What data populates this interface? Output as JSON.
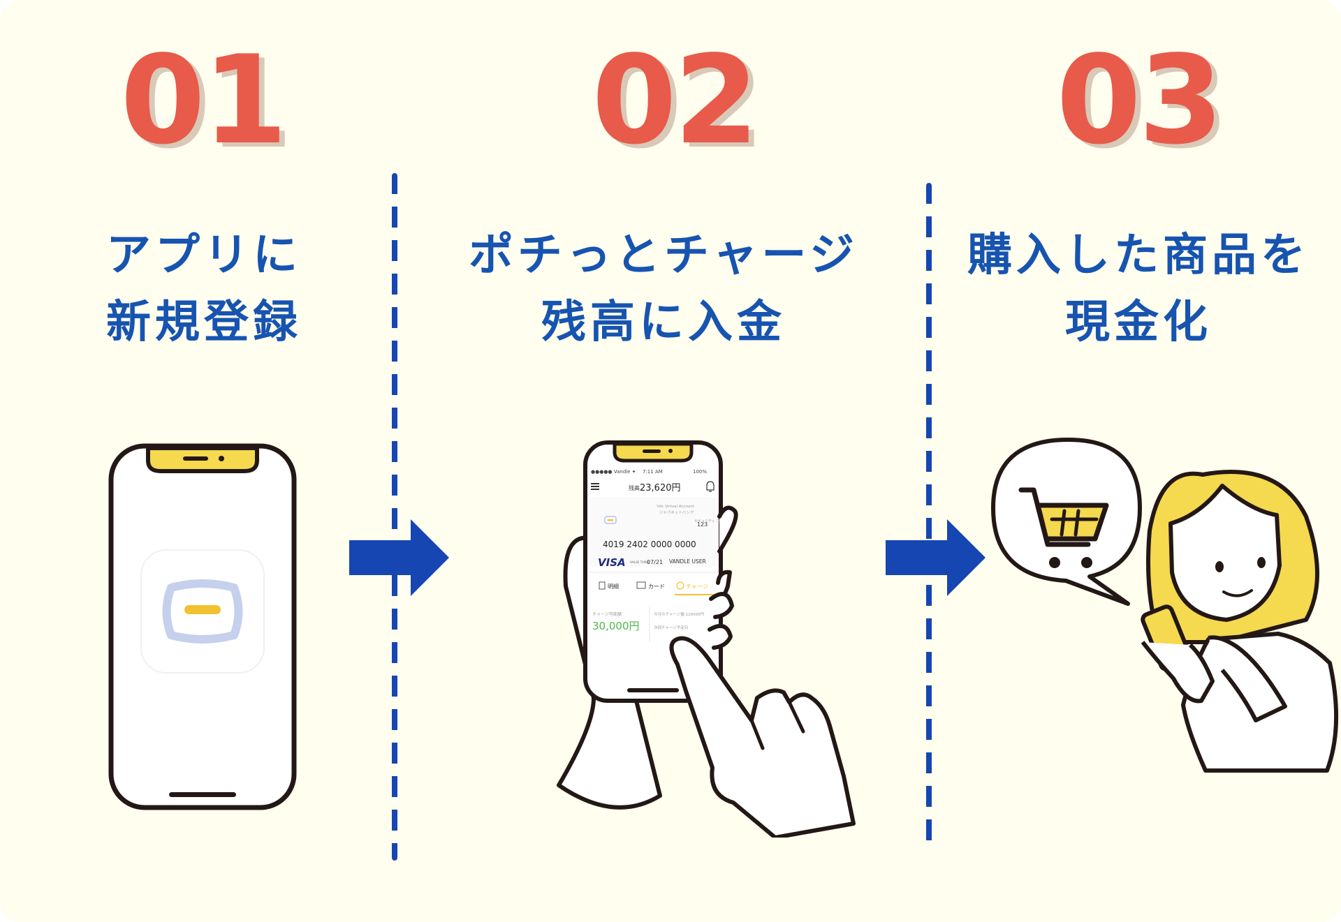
{
  "colors": {
    "background": "#FFFEEF",
    "step_number": "#E85A4A",
    "step_number_shadow": "#D8C9B8",
    "title": "#1754B0",
    "divider": "#1646B2",
    "arrow": "#1646B2",
    "accent_yellow": "#F5D94E",
    "outline": "#231815"
  },
  "steps": [
    {
      "number": "01",
      "title_lines": [
        "アプリに",
        "新規登録"
      ],
      "illustration": "phone-with-app-icon"
    },
    {
      "number": "02",
      "title_lines": [
        "ポチっとチャージ",
        "残高に入金"
      ],
      "illustration": "hand-holding-phone"
    },
    {
      "number": "03",
      "title_lines": [
        "購入した商品を",
        "現金化"
      ],
      "illustration": "woman-with-shopping-cart"
    }
  ],
  "phone_screen": {
    "status_left": "●●●●● Vandle ✦",
    "status_time": "7:11 AM",
    "status_battery": "100%",
    "balance_label": "残高",
    "balance_value": "23,620円",
    "card_header": "Vdc Virtual Account",
    "card_sub": "ジャパネットバンク",
    "card_cvc_label": "セキュリティ\nコード",
    "card_cvc": "123",
    "card_number": "4019 2402 0000 0000",
    "card_brand": "VISA",
    "card_valid_label": "VALID THRU",
    "card_expiry": "07/21",
    "card_holder": "VANDLE USER",
    "tab_statement": "明細",
    "tab_card": "カード",
    "tab_charge": "チャージ",
    "chargeable_label": "チャージ可能額",
    "chargeable_value": "30,000円",
    "monthly_charge_label": "今月のチャージ額 120000円",
    "next_label": "次回チャージ予定日"
  }
}
